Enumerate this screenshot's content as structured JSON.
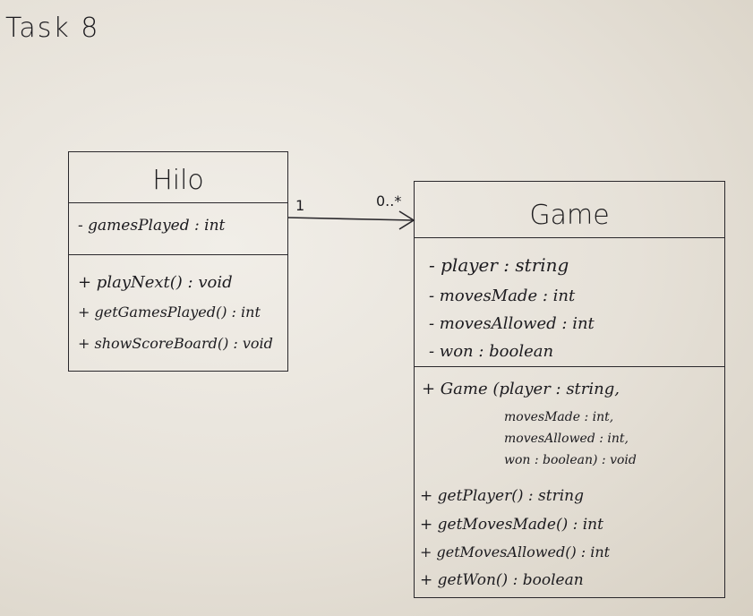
{
  "title": "Task 8",
  "hilo": {
    "name": "Hilo",
    "attributes": [
      "- gamesPlayed : int"
    ],
    "methods": [
      "+ playNext() : void",
      "+ getGamesPlayed() : int",
      "+ showScoreBoard() : void"
    ]
  },
  "game": {
    "name": "Game",
    "attributes": [
      "- player : string",
      "- movesMade : int",
      "- movesAllowed : int",
      "- won : boolean"
    ],
    "constructor": [
      "+ Game (player : string,",
      "movesMade : int,",
      "movesAllowed : int,",
      "won : boolean) : void"
    ],
    "methods": [
      "+ getPlayer() : string",
      "+ getMovesMade() : int",
      "+ getMovesAllowed() : int",
      "+ getWon() : boolean"
    ]
  },
  "association": {
    "source_multiplicity": "1",
    "target_multiplicity": "0..*"
  }
}
